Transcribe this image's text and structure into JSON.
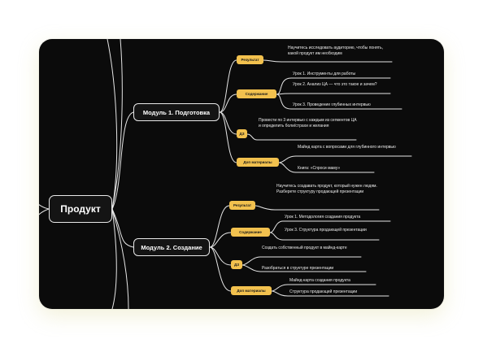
{
  "root": "Продукт",
  "modules": [
    {
      "title": "Модуль 1. Подготовка"
    },
    {
      "title": "Модуль 2. Создание"
    }
  ],
  "m1": {
    "result": {
      "tag": "Результат",
      "text": "Научитесь исследовать аудиторию, чтобы понять, какой продукт им необходим"
    },
    "content": {
      "tag": "Содержание",
      "items": [
        "Урок 1. Инструменты для работы",
        "Урок 2. Анализ ЦА — что это такое и зачем?",
        "Урок 3. Проведение глубинных интервью"
      ]
    },
    "hw": {
      "tag": "ДЗ",
      "text": "Провести по 3 интервью с каждым из сегментов ЦА и определить боли/страхи и желания"
    },
    "extra": {
      "tag": "Доп материалы",
      "items": [
        "Майнд карта с вопросами для глубинного интервью",
        "Книга: «Спроси маму»"
      ]
    }
  },
  "m2": {
    "result": {
      "tag": "Результат",
      "text": "Научитесь создавать продукт, который нужен людям. Разберете структуру продающей презентации"
    },
    "content": {
      "tag": "Содержание",
      "items": [
        "Урок 1. Методология создания продукта",
        "Урок 3. Структура продающей презентации"
      ]
    },
    "hw": {
      "tag": "ДЗ",
      "items": [
        "Создать собственный продукт в майнд-карте",
        "Разобраться в структуре презентации"
      ]
    },
    "extra": {
      "tag": "Доп материалы",
      "items": [
        "Майнд-карта создания продукта",
        "Структура продающей презентации"
      ]
    }
  }
}
